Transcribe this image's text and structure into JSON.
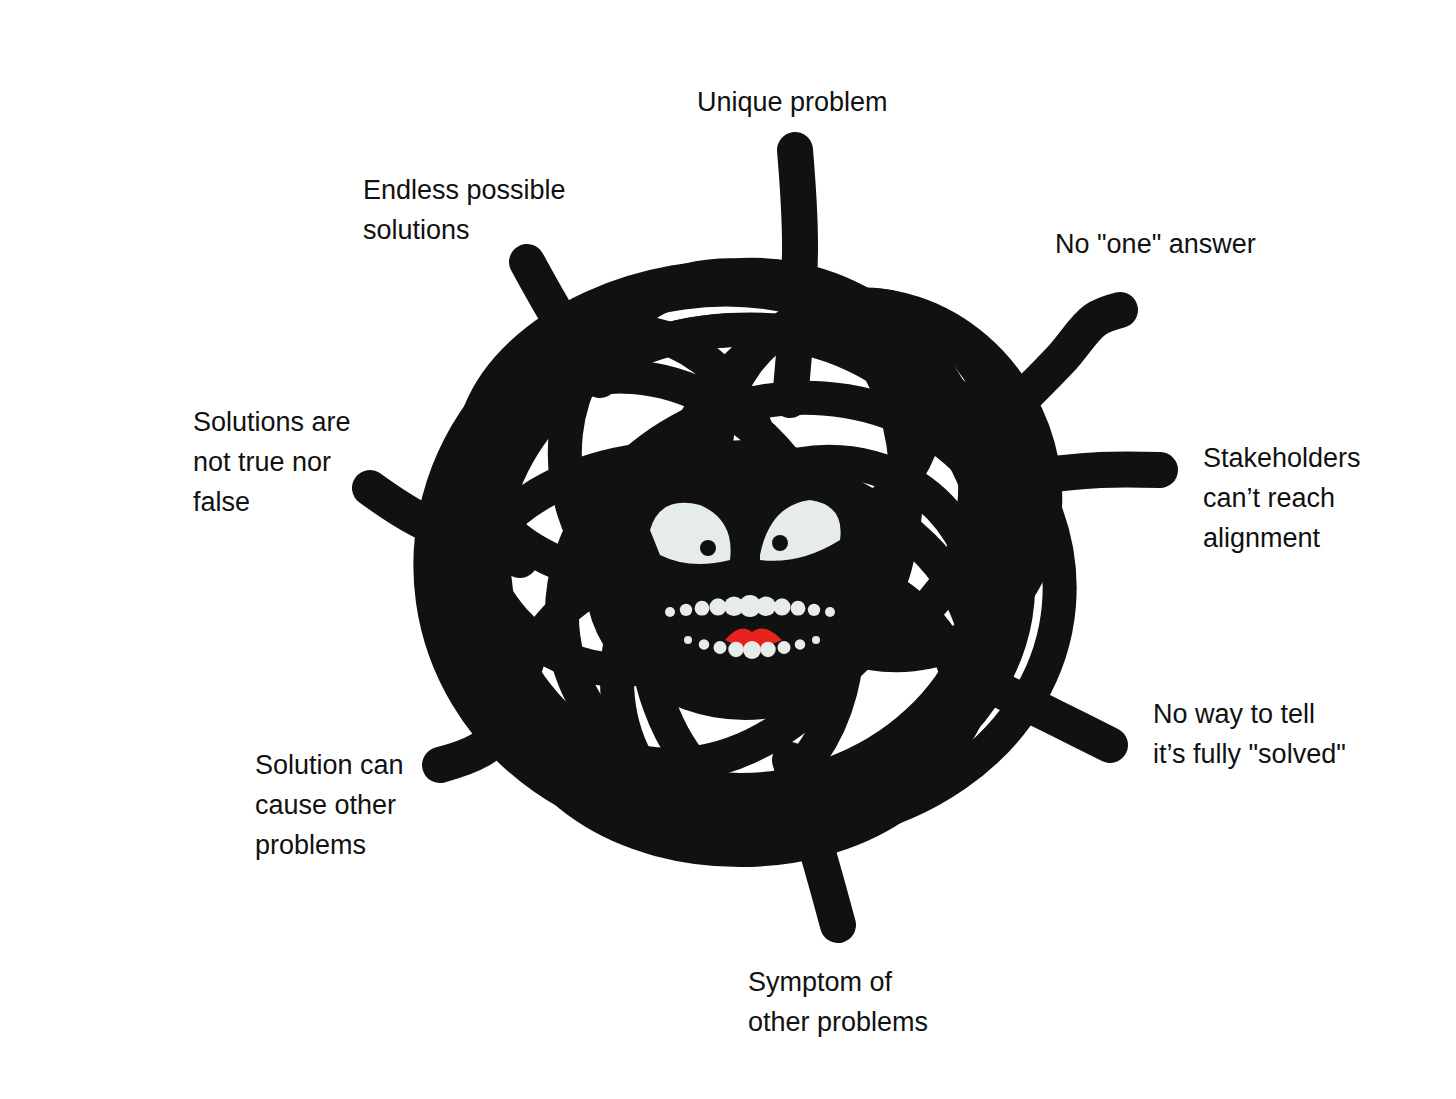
{
  "diagram": {
    "labels": [
      "Unique problem",
      "Endless possible solutions",
      "No \"one\" answer",
      "Solutions are not true nor false",
      "Stakeholders can’t reach alignment",
      "Solution can cause other problems",
      "No way to tell it’s fully \"solved\"",
      "Symptom of other problems"
    ]
  }
}
